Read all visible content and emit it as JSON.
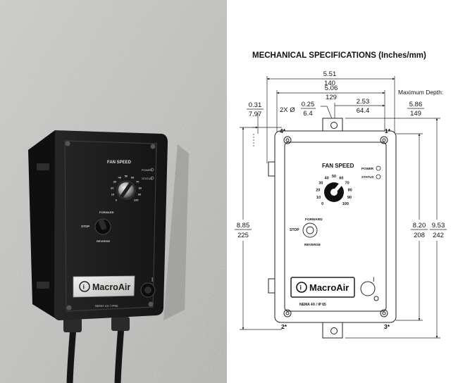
{
  "title": "MECHANICAL SPECIFICATIONS (Inches/mm)",
  "max_depth_label": "Maximum Depth:",
  "dims": {
    "overall_width": {
      "in": "5.51",
      "mm": "140"
    },
    "hole_spacing": {
      "in": "5.06",
      "mm": "129"
    },
    "center_offset": {
      "in": "2.53",
      "mm": "64.4"
    },
    "hole_diameter": {
      "prefix": "2X Ø",
      "in": "0.25",
      "mm": "6.4"
    },
    "edge_offset": {
      "in": "0.31",
      "mm": "7.97"
    },
    "max_depth": {
      "in": "5.86",
      "mm": "149"
    },
    "hole_height": {
      "in": "8.85",
      "mm": "225"
    },
    "body_height": {
      "in": "8.20",
      "mm": "208"
    },
    "overall_height": {
      "in": "9.53",
      "mm": "242"
    }
  },
  "corners": {
    "c1": "1*",
    "c2": "2*",
    "c3": "3*",
    "c4": "4*"
  },
  "panel": {
    "fan_speed": "FAN SPEED",
    "power": "POWER",
    "status": "STATUS",
    "dial_ticks": [
      "0",
      "10",
      "20",
      "30",
      "40",
      "50",
      "60",
      "70",
      "80",
      "90",
      "100"
    ],
    "forward": "FORWARD",
    "stop": "STOP",
    "reverse": "REVERSE",
    "brand": "MacroAir",
    "rating": "NEMA 4X / IP 65",
    "rating_photo": "NEMA 4X / IP65",
    "switch_mark": "I"
  },
  "colors": {
    "wall": "#b9b9b7",
    "enclosure": "#1a1a1a",
    "line": "#222222"
  }
}
